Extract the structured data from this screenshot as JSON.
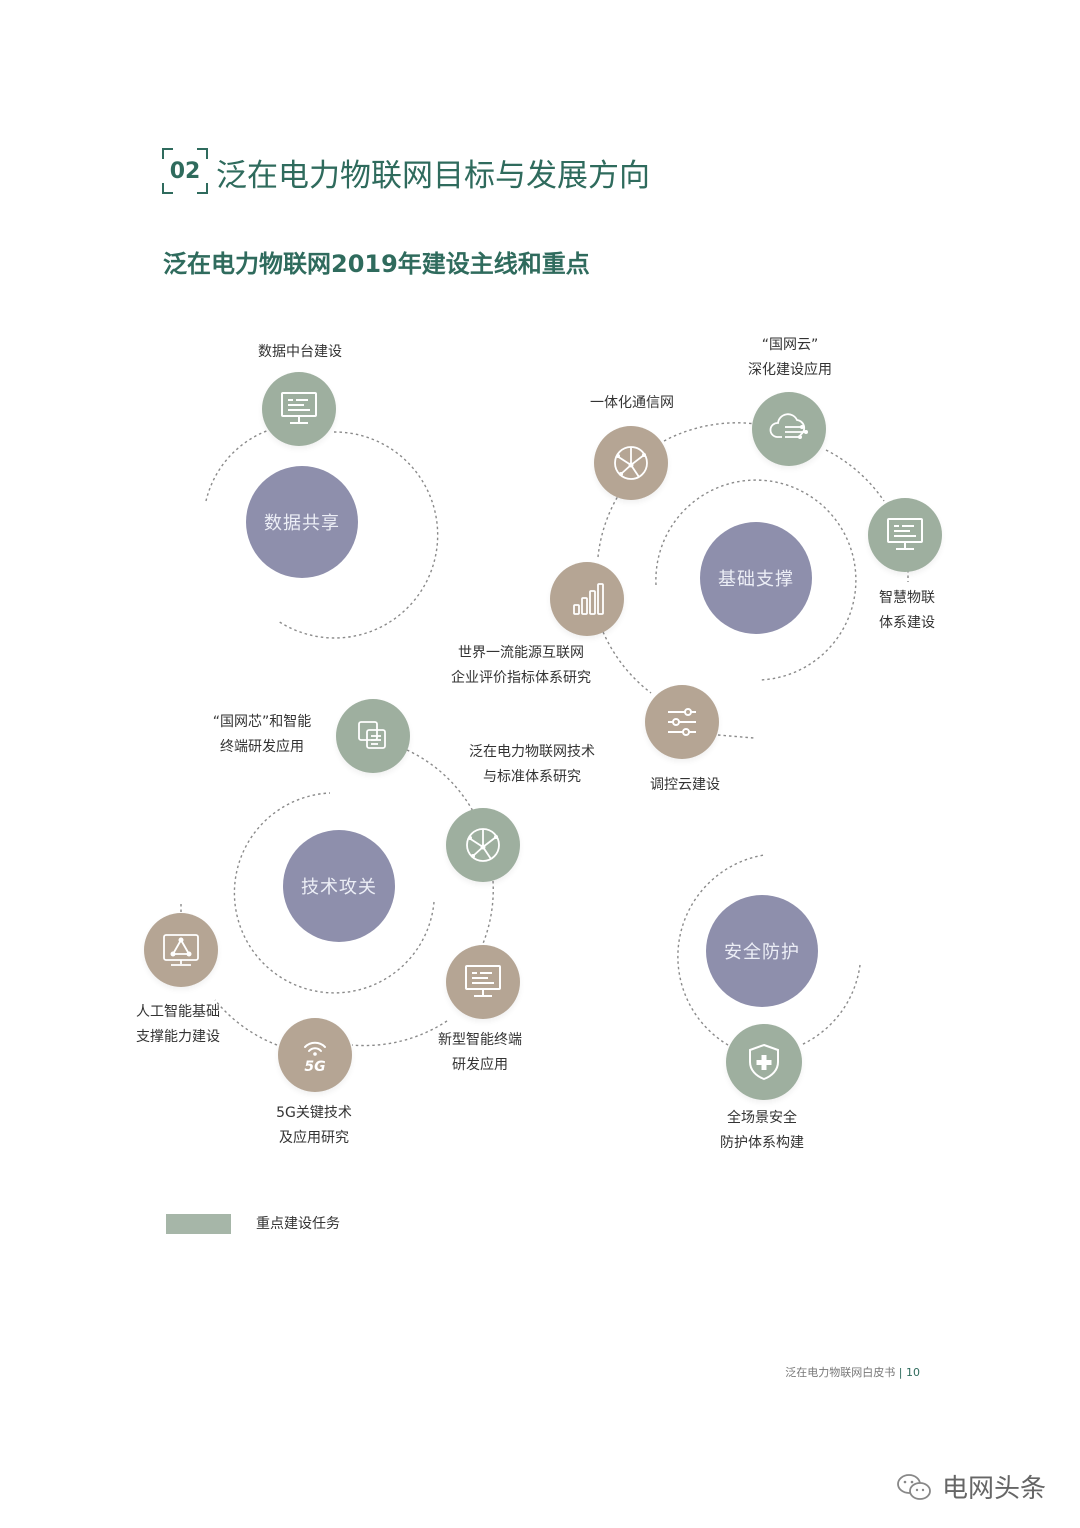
{
  "section": {
    "number": "02",
    "title": "泛在电力物联网目标与发展方向"
  },
  "diagram": {
    "title": "泛在电力物联网2019年建设主线和重点"
  },
  "hubs": {
    "data_sharing": "数据共享",
    "basic_support": "基础支撑",
    "tech_breakthrough": "技术攻关",
    "security": "安全防护"
  },
  "tasks": {
    "data_platform": "数据中台建设",
    "integrated_network": "一体化通信网",
    "sgcloud_line1": "“国网云”",
    "sgcloud_line2": "深化建设应用",
    "smart_iot_line1": "智慧物联",
    "smart_iot_line2": "体系建设",
    "world_class_line1": "世界一流能源互联网",
    "world_class_line2": "企业评价指标体系研究",
    "dispatch_cloud": "调控云建设",
    "chip_line1": "“国网芯”和智能",
    "chip_line2": "终端研发应用",
    "standard_line1": "泛在电力物联网技术",
    "standard_line2": "与标准体系研究",
    "ai_line1": "人工智能基础",
    "ai_line2": "支撑能力建设",
    "fiveg_line1": "5G关键技术",
    "fiveg_line2": "及应用研究",
    "terminal_line1": "新型智能终端",
    "terminal_line2": "研发应用",
    "fullscene_line1": "全场景安全",
    "fullscene_line2": "防护体系构建"
  },
  "icon_text": {
    "fiveg": "5G"
  },
  "legend": {
    "label": "重点建设任务"
  },
  "footer": {
    "book": "泛在电力物联网白皮书",
    "separator": "|",
    "page": "10"
  },
  "watermark": {
    "text": "电网头条"
  },
  "colors": {
    "title_green": "#2f6b5d",
    "hub": "#8e8fac",
    "node_green": "#9eaf9f",
    "node_tan": "#b5a594",
    "legend_swatch": "#a6b6a8"
  }
}
